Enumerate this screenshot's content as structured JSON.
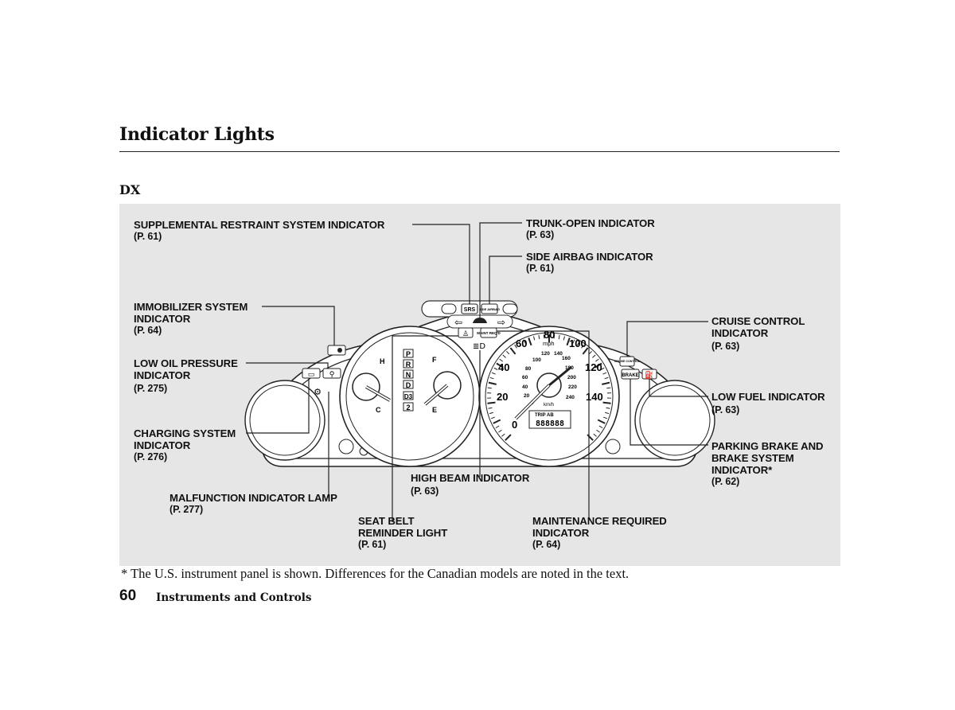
{
  "page": {
    "title": "Indicator Lights",
    "model": "DX",
    "footnote": "* The U.S. instrument panel is shown. Differences for the Canadian models are noted in the text.",
    "page_number": "60",
    "section": "Instruments and Controls"
  },
  "labels": {
    "srs": {
      "lines": [
        "SUPPLEMENTAL RESTRAINT SYSTEM INDICATOR"
      ],
      "page": "(P. 61)"
    },
    "trunk": {
      "lines": [
        "TRUNK-OPEN INDICATOR"
      ],
      "page": "(P. 63)"
    },
    "side_airbag": {
      "lines": [
        "SIDE AIRBAG INDICATOR"
      ],
      "page": "(P. 61)"
    },
    "immobilizer": {
      "lines": [
        "IMMOBILIZER SYSTEM",
        "INDICATOR"
      ],
      "page": "(P. 64)"
    },
    "oil": {
      "lines": [
        "LOW OIL PRESSURE",
        "INDICATOR"
      ],
      "page": "(P. 275)"
    },
    "charging": {
      "lines": [
        "CHARGING SYSTEM",
        "INDICATOR"
      ],
      "page": "(P. 276)"
    },
    "malfunction": {
      "lines": [
        "MALFUNCTION INDICATOR LAMP"
      ],
      "page": "(P. 277)"
    },
    "seatbelt": {
      "lines": [
        "SEAT BELT",
        "REMINDER LIGHT"
      ],
      "page": "(P. 61)"
    },
    "highbeam": {
      "lines": [
        "HIGH BEAM INDICATOR"
      ],
      "page": "(P. 63)"
    },
    "maintenance": {
      "lines": [
        "MAINTENANCE REQUIRED",
        "INDICATOR"
      ],
      "page": "(P. 64)"
    },
    "cruise": {
      "lines": [
        "CRUISE CONTROL",
        "INDICATOR"
      ],
      "page": "(P. 63)"
    },
    "lowfuel": {
      "lines": [
        "LOW FUEL INDICATOR"
      ],
      "page": "(P. 63)"
    },
    "brake": {
      "lines": [
        "PARKING BRAKE AND",
        "BRAKE SYSTEM",
        "INDICATOR*"
      ],
      "page": "(P. 62)"
    }
  },
  "gauges": {
    "gear_positions": [
      "P",
      "R",
      "N",
      "D",
      "D3",
      "2"
    ],
    "temp_marks": [
      "H",
      "C"
    ],
    "fuel_marks": [
      "F",
      "E"
    ],
    "speed_mph": [
      "0",
      "20",
      "40",
      "60",
      "80",
      "100",
      "120",
      "140"
    ],
    "speed_kmh": [
      "0",
      "20",
      "40",
      "60",
      "80",
      "100",
      "120",
      "140",
      "160",
      "180",
      "200",
      "220",
      "240"
    ],
    "mph_unit": "mph",
    "kmh_unit": "km/h",
    "trip_label": "TRIP AB",
    "odometer": "888888"
  },
  "panel_text": {
    "srs": "SRS",
    "side_airbag": "SIDE AIRBAG",
    "maint": "MAINT REQ'D",
    "cruise": "CRUISE CONTROL",
    "brake": "BRAKE"
  }
}
